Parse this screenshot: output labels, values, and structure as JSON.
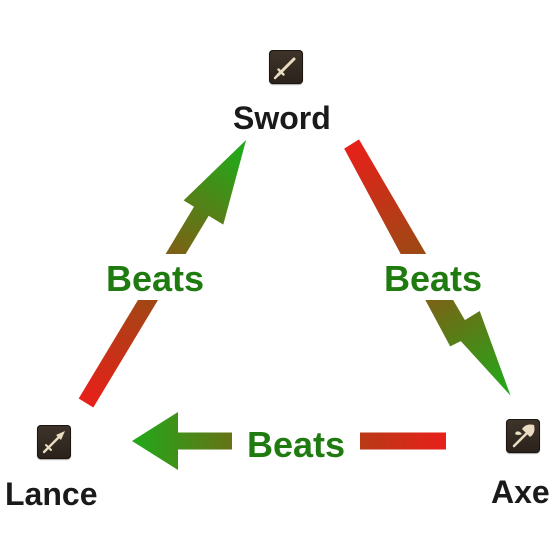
{
  "weapons": {
    "sword": {
      "label": "Sword",
      "icon": "sword-icon"
    },
    "axe": {
      "label": "Axe",
      "icon": "axe-icon"
    },
    "lance": {
      "label": "Lance",
      "icon": "lance-icon"
    }
  },
  "relations": [
    {
      "from": "Lance",
      "to": "Sword",
      "label": "Beats"
    },
    {
      "from": "Sword",
      "to": "Axe",
      "label": "Beats"
    },
    {
      "from": "Axe",
      "to": "Lance",
      "label": "Beats"
    }
  ],
  "colors": {
    "arrow_tail": "#e8201a",
    "arrow_head": "#22a81a",
    "beats_text": "#1f7a10",
    "icon_bg": "#362d24",
    "icon_glyph": "#e9dcc0"
  }
}
